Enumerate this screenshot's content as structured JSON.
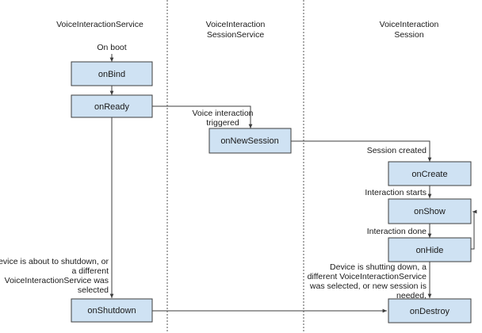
{
  "columns": {
    "service": "VoiceInteractionService",
    "session_service": [
      "VoiceInteraction",
      "SessionService"
    ],
    "session": [
      "VoiceInteraction",
      "Session"
    ]
  },
  "nodes": {
    "onBind": "onBind",
    "onReady": "onReady",
    "onNewSession": "onNewSession",
    "onCreate": "onCreate",
    "onShow": "onShow",
    "onHide": "onHide",
    "onShutdown": "onShutdown",
    "onDestroy": "onDestroy"
  },
  "edge_labels": {
    "on_boot": "On boot",
    "voice_triggered": [
      "Voice interaction",
      "triggered"
    ],
    "session_created": "Session created",
    "interaction_starts": "Interaction starts",
    "interaction_done": "Interaction done",
    "shutdown_reason": [
      "Device is about to shutdown, or",
      "a different",
      "VoiceInteractionService was",
      "selected"
    ],
    "destroy_reason": [
      "Device is shutting down, a",
      "different VoiceInteractionService",
      "was selected, or new session is",
      "needed,"
    ]
  }
}
